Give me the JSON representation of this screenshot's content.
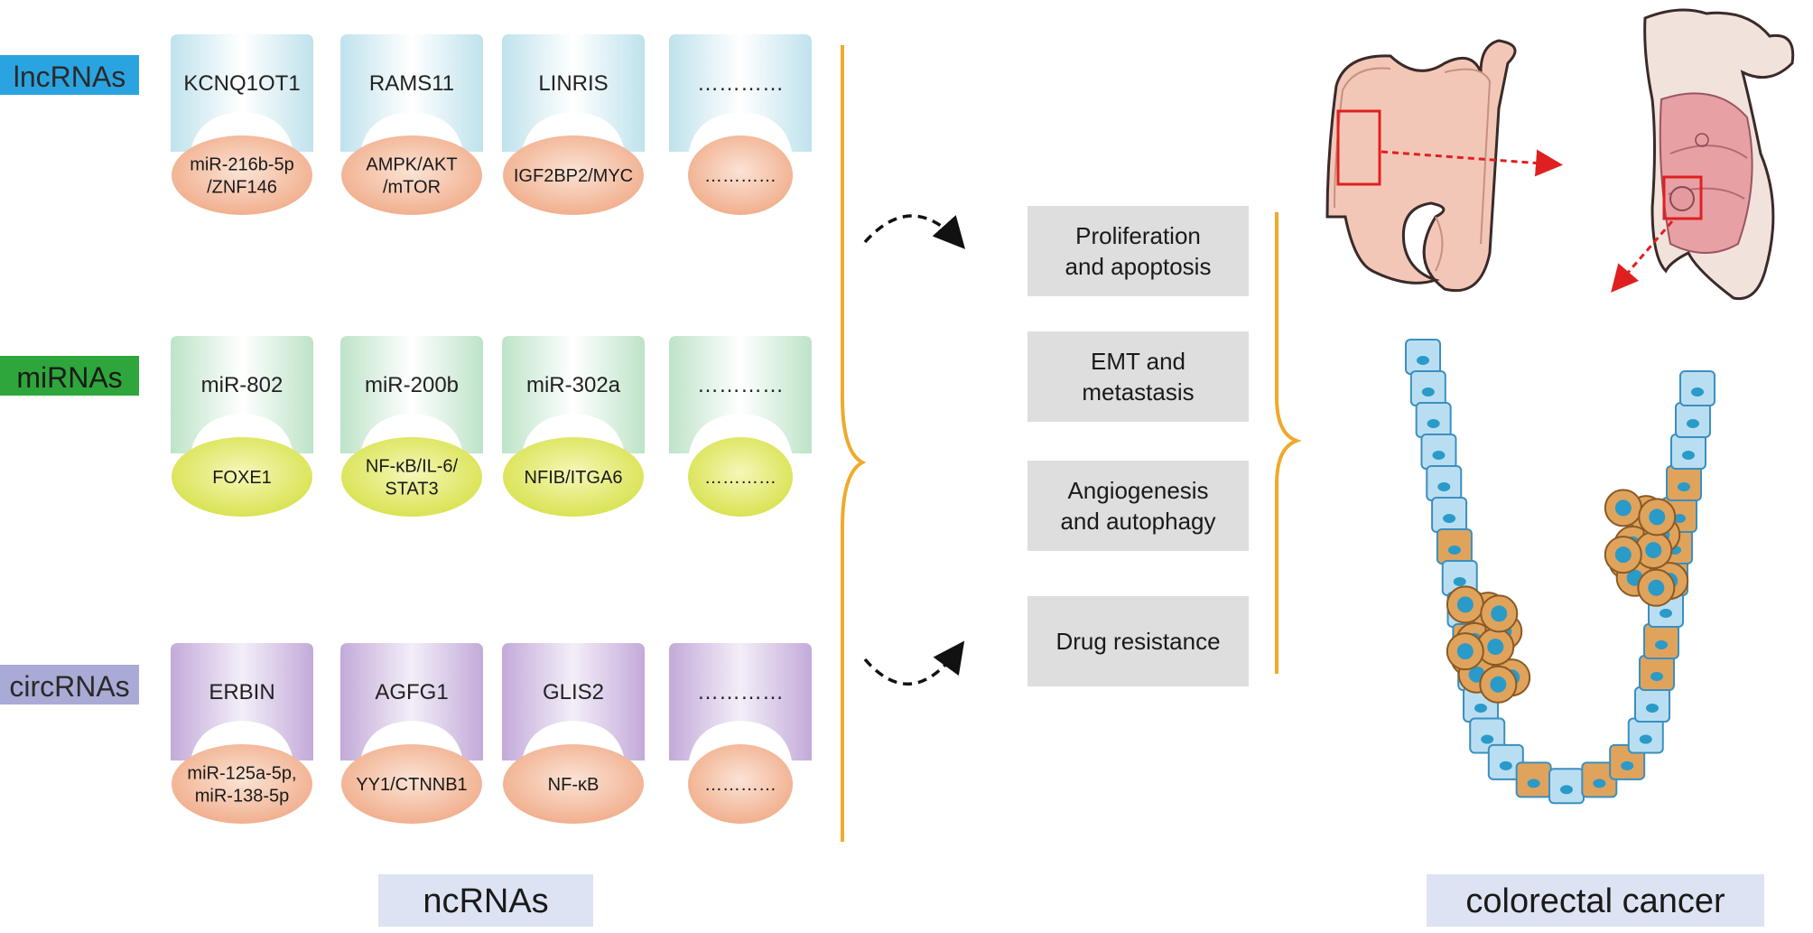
{
  "rows": [
    {
      "label": "lncRNAs",
      "label_color": "#2aa4e0",
      "label_text_color": "#2a2a2a",
      "shield_color": "#c6e6ef",
      "oval_color": "#f2b392",
      "items": [
        {
          "name": "KCNQ1OT1",
          "target": [
            "miR-216b-5p",
            "/ZNF146"
          ]
        },
        {
          "name": "RAMS11",
          "target": [
            "AMPK/AKT",
            "/mTOR"
          ]
        },
        {
          "name": "LINRIS",
          "target": [
            "IGF2BP2/MYC"
          ]
        },
        {
          "name": "…………",
          "target": [
            "…………"
          ]
        }
      ]
    },
    {
      "label": "miRNAs",
      "label_color": "#2ea63b",
      "label_text_color": "#1a1a1a",
      "shield_color": "#c5e6cf",
      "oval_color": "#dde85a",
      "items": [
        {
          "name": "miR-802",
          "target": [
            "FOXE1"
          ]
        },
        {
          "name": "miR-200b",
          "target": [
            "NF-κB/IL-6/",
            "STAT3"
          ]
        },
        {
          "name": "miR-302a",
          "target": [
            "NFIB/ITGA6"
          ]
        },
        {
          "name": "…………",
          "target": [
            "…………"
          ]
        }
      ]
    },
    {
      "label": "circRNAs",
      "label_color": "#aaaad6",
      "label_text_color": "#2a2a2a",
      "shield_color": "#cbb5de",
      "oval_color": "#f2b392",
      "items": [
        {
          "name": "ERBIN",
          "target": [
            "miR-125a-5p,",
            "miR-138-5p"
          ]
        },
        {
          "name": "AGFG1",
          "target": [
            "YY1/CTNNB1"
          ]
        },
        {
          "name": "GLIS2",
          "target": [
            "NF-κB"
          ]
        },
        {
          "name": "…………",
          "target": [
            "…………"
          ]
        }
      ]
    }
  ],
  "outcomes": [
    [
      "Proliferation",
      "and apoptosis"
    ],
    [
      "EMT and",
      "metastasis"
    ],
    [
      "Angiogenesis",
      "and autophagy"
    ],
    [
      "Drug resistance"
    ]
  ],
  "footer": {
    "left": "ncRNAs",
    "right": "colorectal cancer"
  },
  "colors": {
    "brace": "#f0a92a",
    "outcome_box": "#dedede",
    "footer_box": "#dde3f2",
    "callout": "#e02020",
    "arrow": "#111111",
    "normal_cell": "#b9def2",
    "tumor_cell": "#e0a35c",
    "nucleus": "#2a9ac9"
  },
  "icons": [
    "colon-illustration",
    "opened-colon-illustration",
    "crypt-illustration"
  ]
}
